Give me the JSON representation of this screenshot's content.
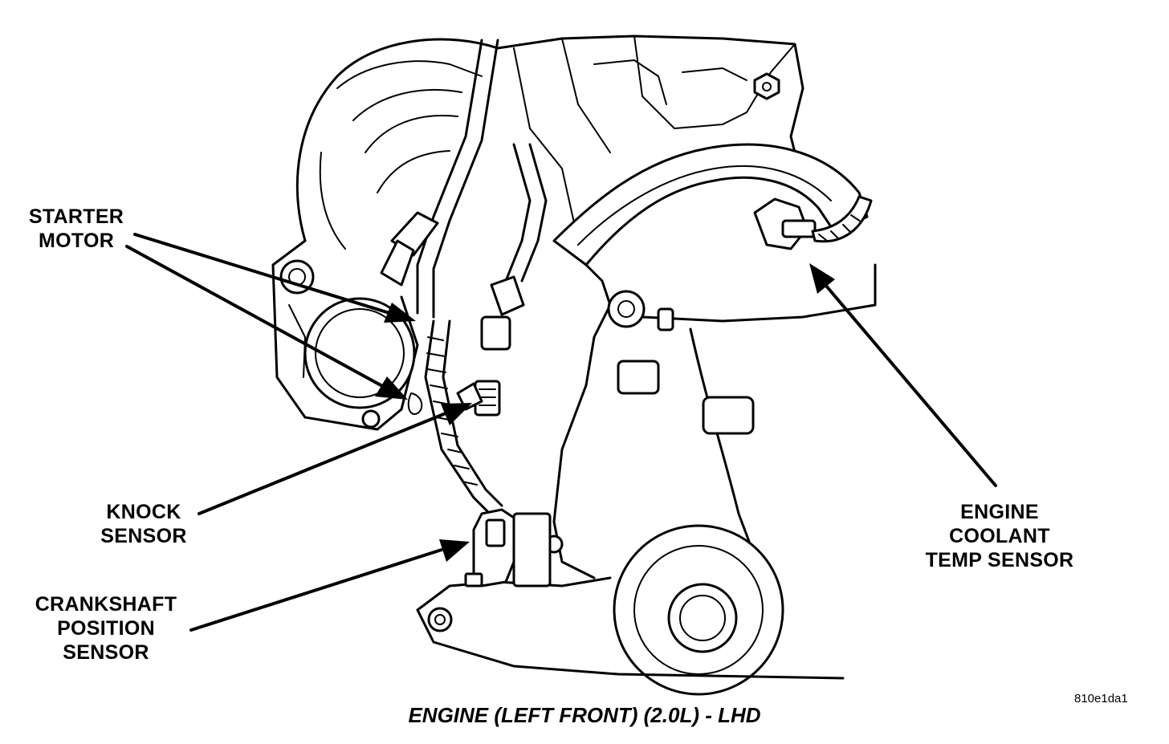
{
  "labels": {
    "starter_motor": [
      "STARTER",
      "MOTOR"
    ],
    "knock_sensor": [
      "KNOCK",
      "SENSOR"
    ],
    "crankshaft_position_sensor": [
      "CRANKSHAFT",
      "POSITION",
      "SENSOR"
    ],
    "engine_coolant_temp_sensor": [
      "ENGINE",
      "COOLANT",
      "TEMP SENSOR"
    ]
  },
  "caption": "ENGINE (LEFT FRONT) (2.0L) - LHD",
  "figure_id": "810e1da1"
}
